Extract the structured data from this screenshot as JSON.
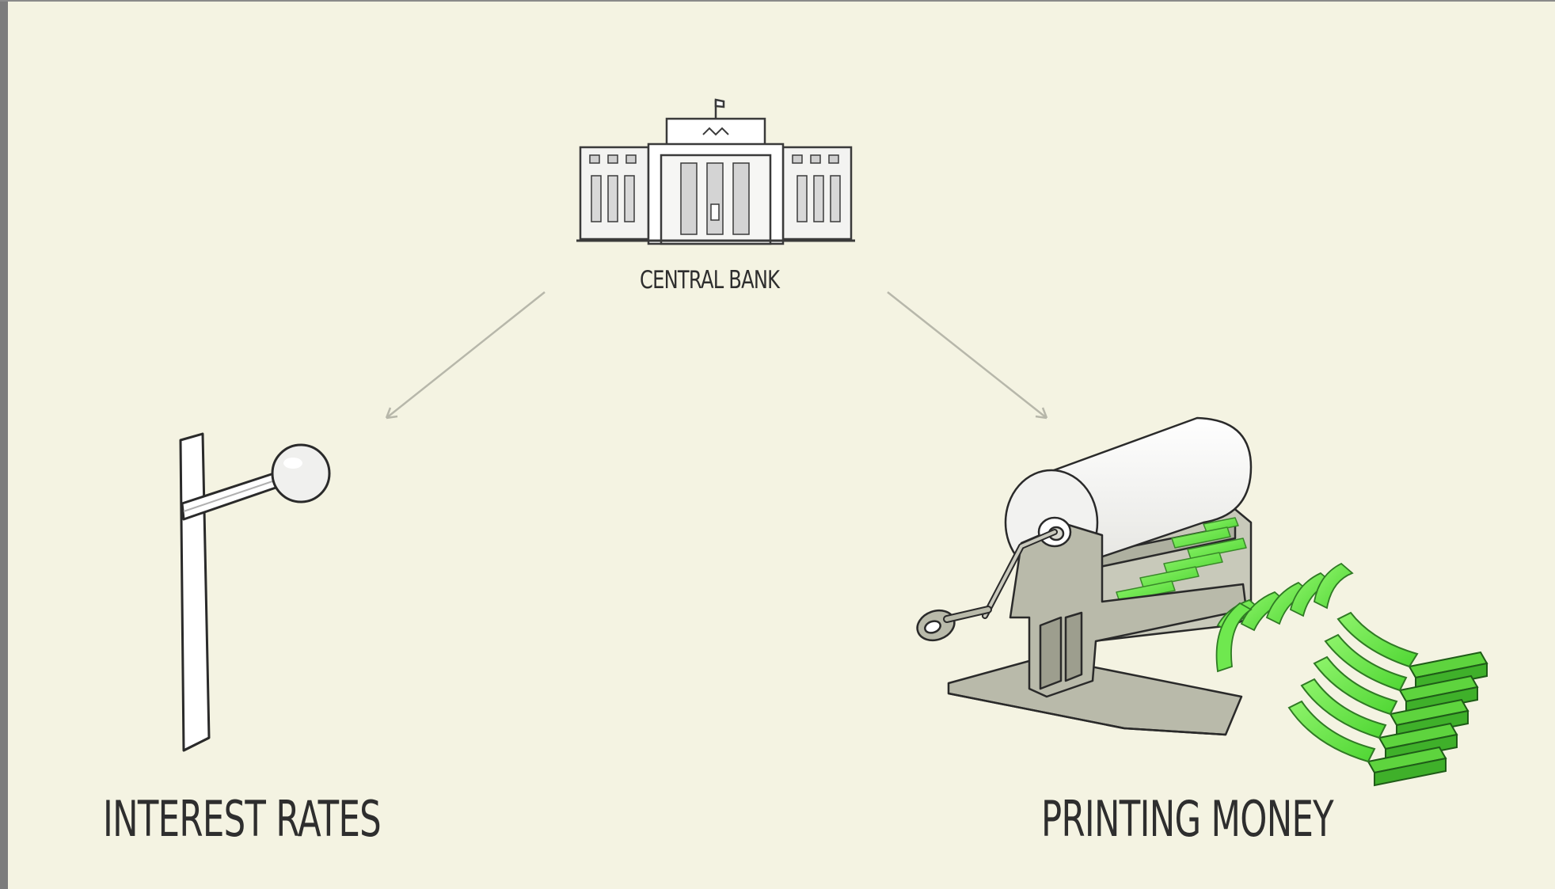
{
  "diagram": {
    "top_node": {
      "label": "CENTRAL BANK",
      "icon": "bank-building-icon"
    },
    "left_node": {
      "label": "INTEREST RATES",
      "icon": "lever-icon"
    },
    "right_node": {
      "label": "PRINTING MONEY",
      "icon": "printing-press-icon"
    }
  },
  "colors": {
    "background": "#f4f3e2",
    "ink": "#2e2e2e",
    "arrow": "#b7b7aa",
    "money_green": "#67e34a",
    "machine_gray": "#b9baaa"
  }
}
